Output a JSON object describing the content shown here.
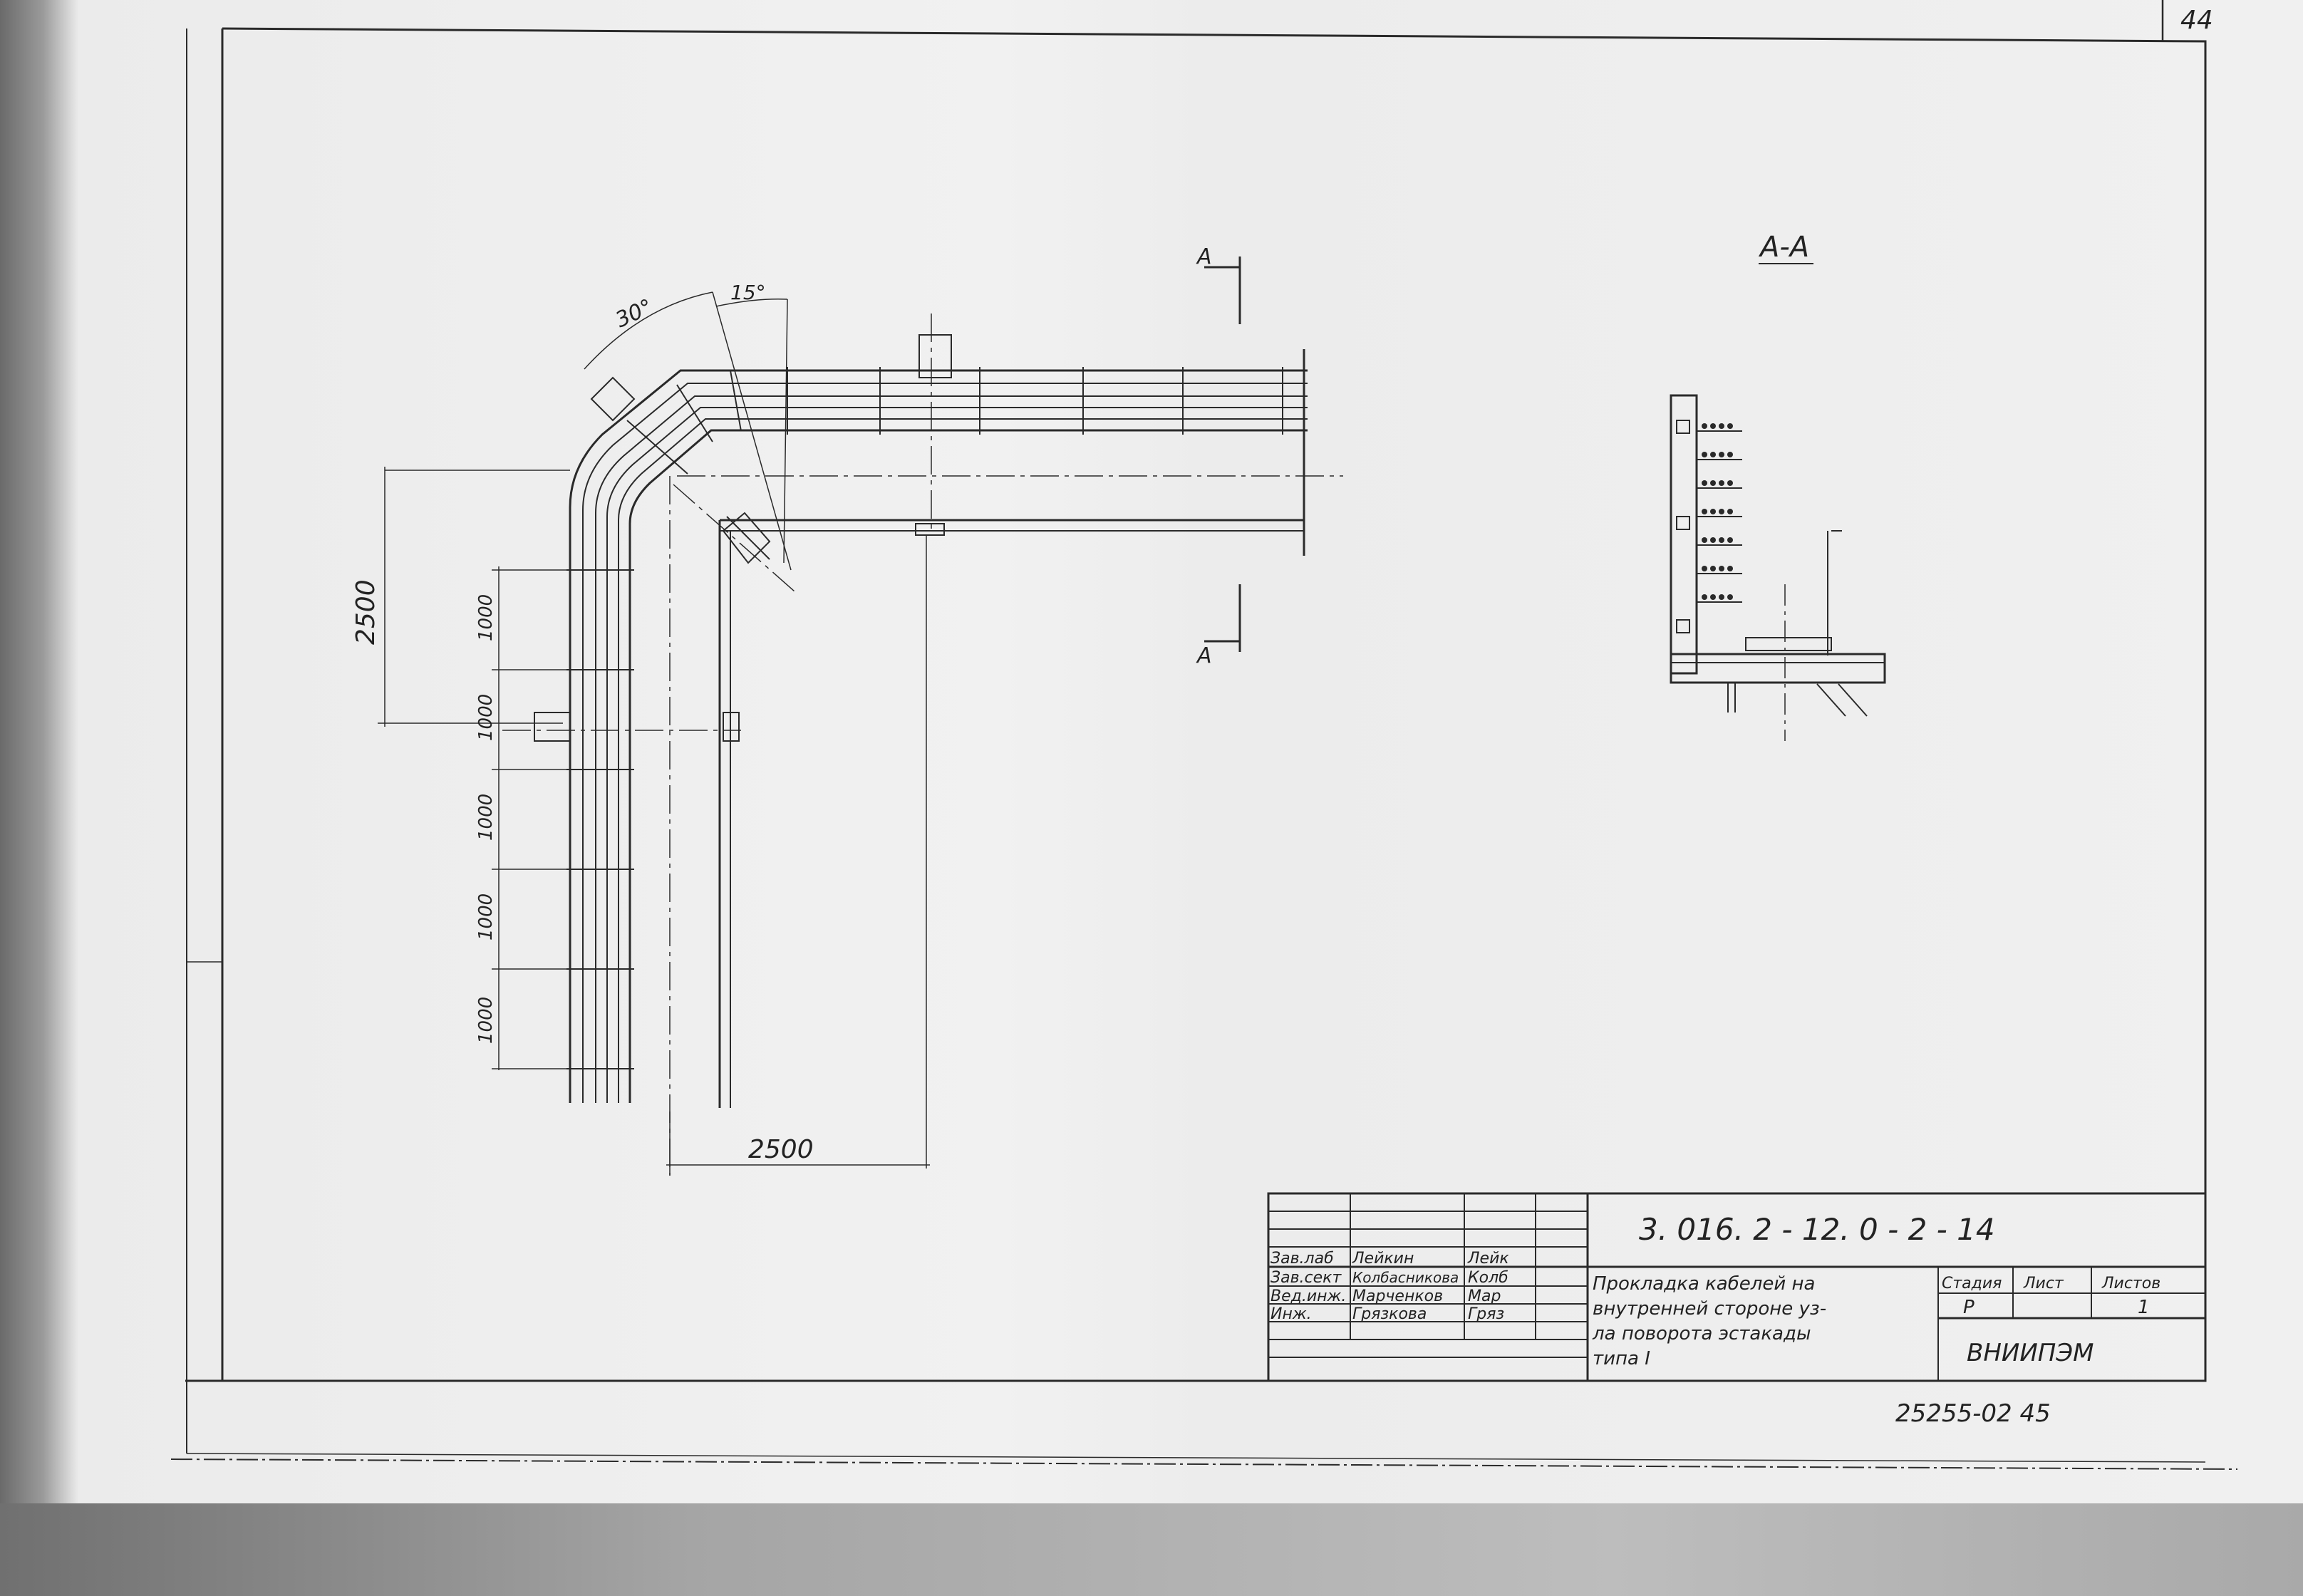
{
  "sheet_number": "44",
  "section_label": "А-А",
  "section_marker_top": "А",
  "section_marker_bottom": "А",
  "dimensions": {
    "top_angle_left": "30°",
    "top_angle_right": "15°",
    "vertical_overall": "2500",
    "horizontal_overall": "2500",
    "spacing_labels": [
      "1000",
      "1000",
      "1000",
      "1000",
      "1000"
    ]
  },
  "title_block": {
    "designation": "3. 016. 2 - 12. 0 - 2 - 14",
    "roles": [
      {
        "role": "Зав.лаб",
        "name": "Лейкин",
        "sign": "Лейк"
      },
      {
        "role": "Зав.сект",
        "name": "Колбасникова",
        "sign": "Колб"
      },
      {
        "role": "Вед.инж.",
        "name": "Марченков",
        "sign": "Мар"
      },
      {
        "role": "Инж.",
        "name": "Грязкова",
        "sign": "Гряз"
      }
    ],
    "title_lines": [
      "Прокладка кабелей на",
      "внутренней стороне уз-",
      "ла поворота эстакады",
      "типа I"
    ],
    "stage_header": "Стадия",
    "sheet_header": "Лист",
    "sheets_header": "Листов",
    "stage_value": "Р",
    "sheets_value": "1",
    "organization": "ВНИИПЭМ"
  },
  "archive_number": "25255-02  45"
}
